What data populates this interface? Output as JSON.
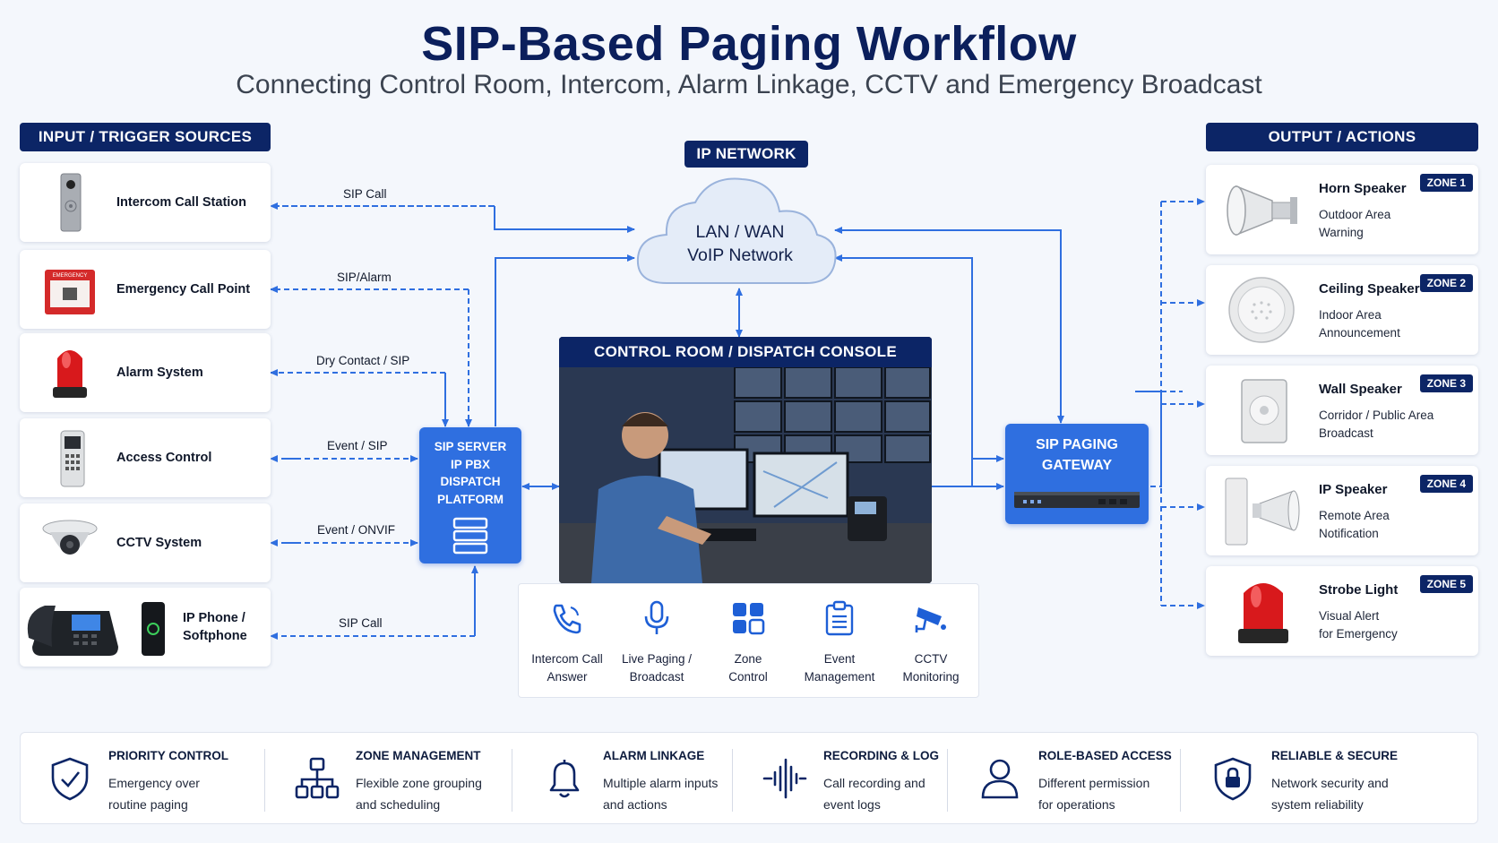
{
  "title": "SIP-Based Paging Workflow",
  "subtitle": "Connecting Control Room, Intercom, Alarm Linkage, CCTV and Emergency Broadcast",
  "colors": {
    "navy": "#0c2566",
    "accent": "#2f6fe0",
    "line": "#2f6fe0"
  },
  "inputs": {
    "header": "INPUT / TRIGGER SOURCES",
    "items": [
      {
        "label": "Intercom Call Station",
        "icon": "intercom-station-icon",
        "edge_label": "SIP Call"
      },
      {
        "label": "Emergency Call Point",
        "icon": "emergency-call-point-icon",
        "edge_label": "SIP/Alarm",
        "badge": "EMERGENCY"
      },
      {
        "label": "Alarm System",
        "icon": "alarm-beacon-icon",
        "edge_label": "Dry Contact / SIP"
      },
      {
        "label": "Access Control",
        "icon": "access-control-icon",
        "edge_label": "Event / SIP"
      },
      {
        "label": "CCTV System",
        "icon": "dome-camera-icon",
        "edge_label": "Event / ONVIF"
      },
      {
        "label": "IP Phone /\nSoftphone",
        "label_line1": "IP Phone /",
        "label_line2": "Softphone",
        "icon": "ip-phone-icon",
        "edge_label": "SIP Call"
      }
    ]
  },
  "network": {
    "header": "IP NETWORK",
    "cloud_text": "LAN / WAN\nVoIP Network"
  },
  "sip_server": {
    "lines": [
      "SIP SERVER",
      "IP PBX",
      "DISPATCH",
      "PLATFORM"
    ]
  },
  "console": {
    "header": "CONTROL ROOM / DISPATCH CONSOLE",
    "tools": [
      {
        "label": "Intercom Call\nAnswer",
        "icon": "phone-call-icon"
      },
      {
        "label": "Live Paging /\nBroadcast",
        "icon": "microphone-icon"
      },
      {
        "label": "Zone\nControl",
        "icon": "grid-icon"
      },
      {
        "label": "Event\nManagement",
        "icon": "clipboard-icon"
      },
      {
        "label": "CCTV\nMonitoring",
        "icon": "cctv-camera-icon"
      }
    ]
  },
  "gateway": {
    "lines": [
      "SIP PAGING",
      "GATEWAY"
    ]
  },
  "outputs": {
    "header": "OUTPUT / ACTIONS",
    "items": [
      {
        "title": "Horn Speaker",
        "desc": "Outdoor Area\nWarning",
        "zone": "ZONE 1",
        "icon": "horn-speaker-icon"
      },
      {
        "title": "Ceiling Speaker",
        "desc": "Indoor Area\nAnnouncement",
        "zone": "ZONE 2",
        "icon": "ceiling-speaker-icon"
      },
      {
        "title": "Wall Speaker",
        "desc": "Corridor / Public Area\nBroadcast",
        "zone": "ZONE 3",
        "icon": "wall-speaker-icon"
      },
      {
        "title": "IP Speaker",
        "desc": "Remote Area\nNotification",
        "zone": "ZONE 4",
        "icon": "ip-speaker-icon"
      },
      {
        "title": "Strobe Light",
        "desc": "Visual Alert\nfor Emergency",
        "zone": "ZONE 5",
        "icon": "strobe-light-icon"
      }
    ]
  },
  "features": [
    {
      "title": "PRIORITY CONTROL",
      "desc": "Emergency over\nroutine paging",
      "icon": "shield-check-icon"
    },
    {
      "title": "ZONE MANAGEMENT",
      "desc": "Flexible zone grouping\nand scheduling",
      "icon": "hierarchy-icon"
    },
    {
      "title": "ALARM LINKAGE",
      "desc": "Multiple alarm inputs\nand actions",
      "icon": "bell-icon"
    },
    {
      "title": "RECORDING & LOG",
      "desc": "Call recording and\nevent logs",
      "icon": "waveform-icon"
    },
    {
      "title": "ROLE-BASED ACCESS",
      "desc": "Different permission\nfor operations",
      "icon": "user-icon"
    },
    {
      "title": "RELIABLE & SECURE",
      "desc": "Network security and\nsystem reliability",
      "icon": "shield-lock-icon"
    }
  ]
}
